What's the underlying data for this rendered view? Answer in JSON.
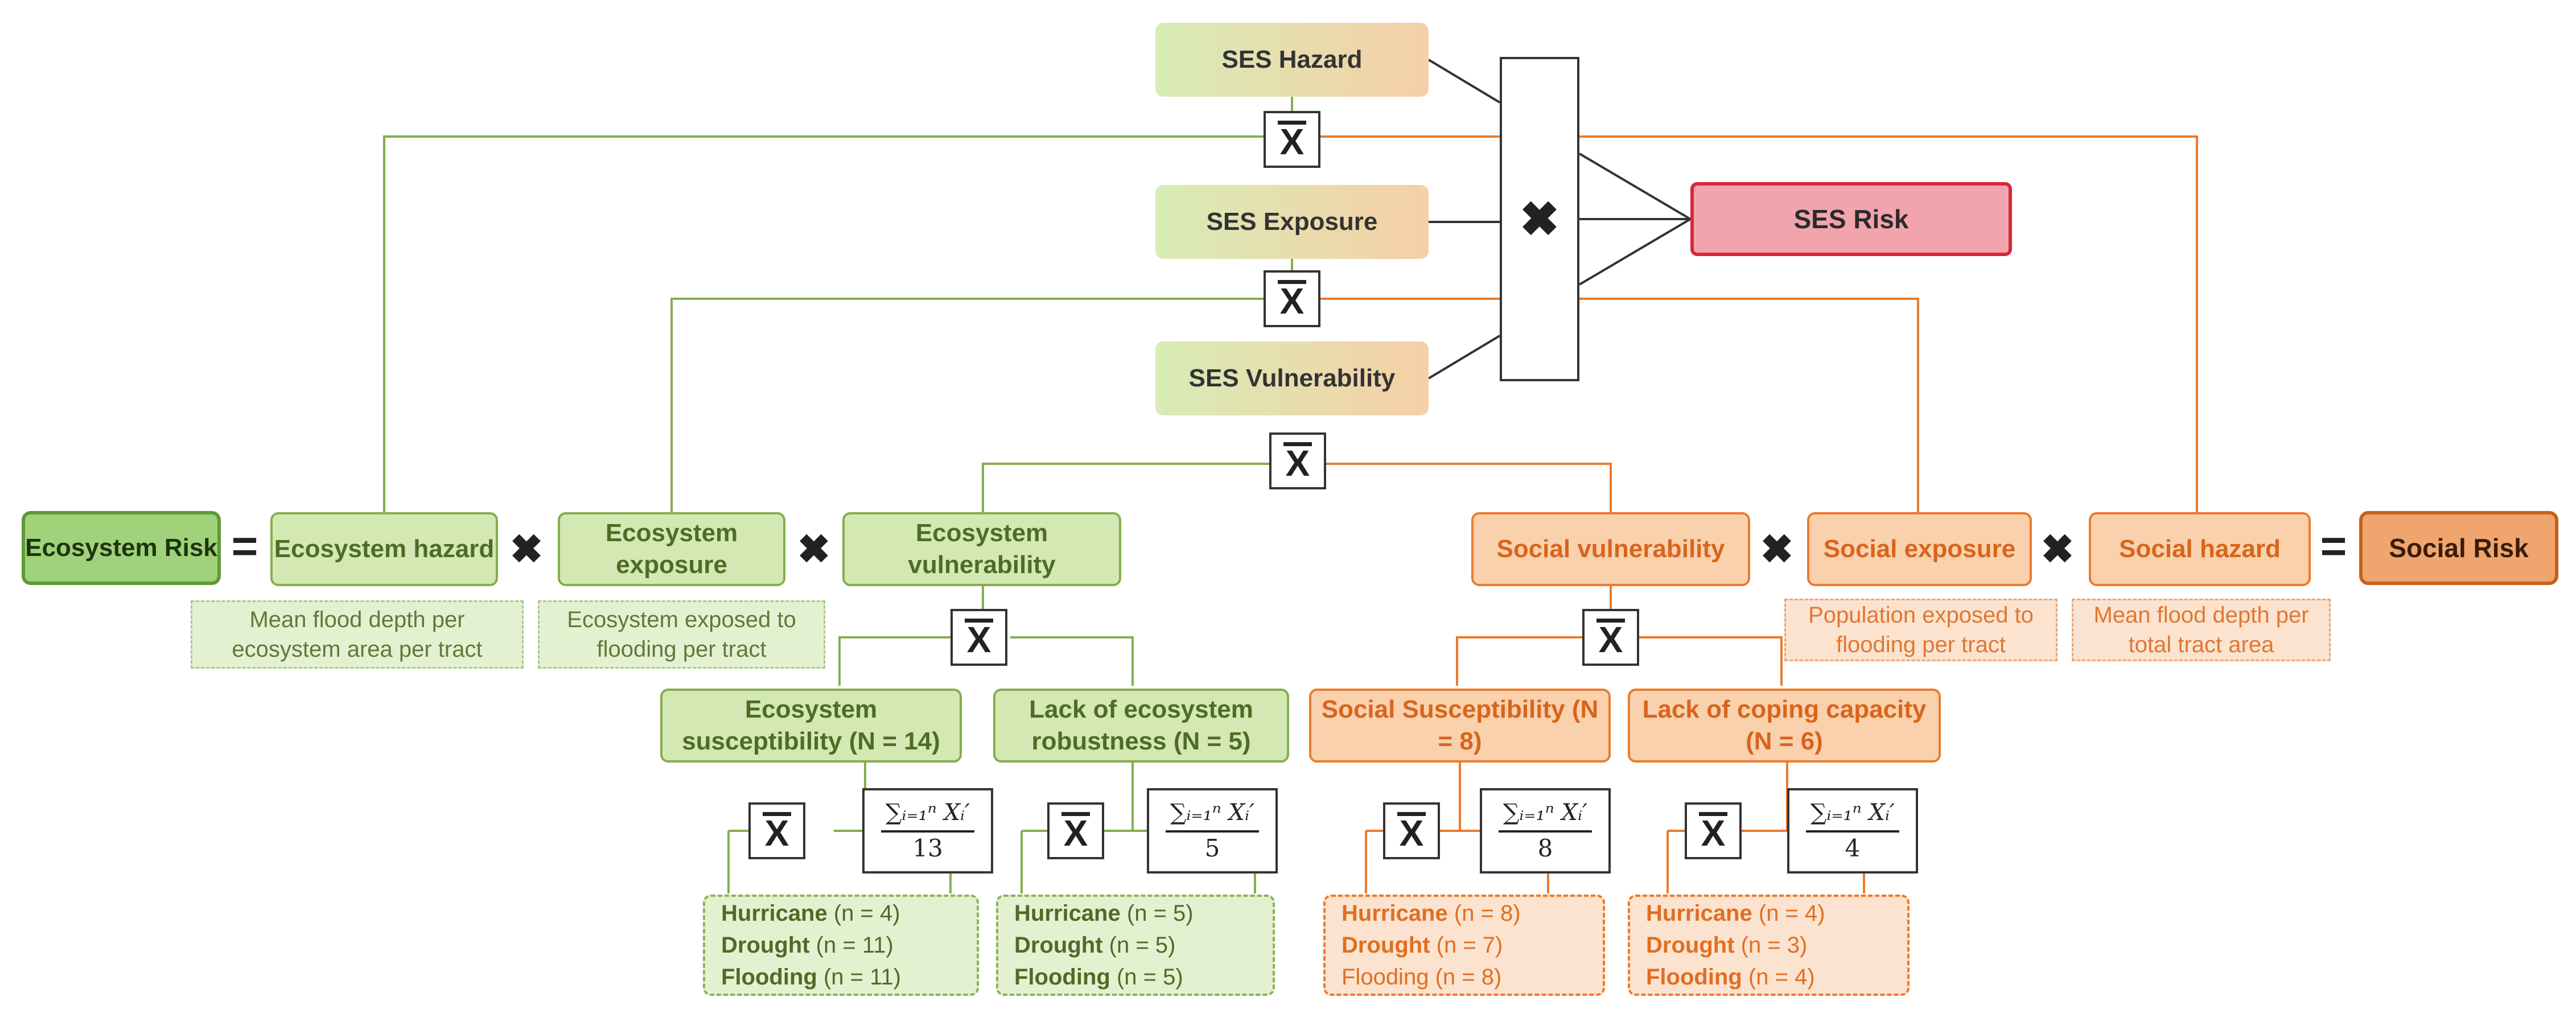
{
  "ses": {
    "hazard": "SES Hazard",
    "exposure": "SES Exposure",
    "vulnerability": "SES Vulnerability",
    "risk": "SES Risk"
  },
  "ecosystem": {
    "risk": "Ecosystem Risk",
    "hazard": "Ecosystem hazard",
    "exposure": "Ecosystem exposure",
    "vulnerability": "Ecosystem vulnerability",
    "hazard_note": "Mean flood depth per ecosystem area per tract",
    "exposure_note": "Ecosystem exposed to flooding per tract",
    "susceptibility": "Ecosystem susceptibility (N = 14)",
    "robustness": "Lack of ecosystem robustness (N = 5)",
    "susceptibility_denominator": "13",
    "robustness_denominator": "5",
    "susceptibility_leaf": [
      {
        "name": "Hurricane",
        "count": "(n = 4)"
      },
      {
        "name": "Drought",
        "count": "(n = 11)"
      },
      {
        "name": "Flooding",
        "count": "(n = 11)"
      }
    ],
    "robustness_leaf": [
      {
        "name": "Hurricane",
        "count": "(n = 5)"
      },
      {
        "name": "Drought",
        "count": "(n = 5)"
      },
      {
        "name": "Flooding",
        "count": "(n = 5)"
      }
    ]
  },
  "social": {
    "risk": "Social Risk",
    "hazard": "Social hazard",
    "exposure": "Social exposure",
    "vulnerability": "Social vulnerability",
    "hazard_note": "Mean flood depth per total tract area",
    "exposure_note": "Population exposed to flooding per tract",
    "susceptibility": "Social Susceptibility (N = 8)",
    "coping": "Lack of coping capacity (N = 6)",
    "susceptibility_denominator": "8",
    "coping_denominator": "4",
    "susceptibility_leaf": [
      {
        "name": "Hurricane",
        "count": "(n = 8)"
      },
      {
        "name": "Drought",
        "count": "(n = 7)"
      },
      {
        "name": "Flooding",
        "count": "(n = 8)"
      }
    ],
    "coping_leaf": [
      {
        "name": "Hurricane",
        "count": "(n = 4)"
      },
      {
        "name": "Drought",
        "count": "(n = 3)"
      },
      {
        "name": "Flooding",
        "count": "(n = 4)"
      }
    ]
  },
  "symbols": {
    "mean": "X",
    "multiply": "✖",
    "equals": "=",
    "sum_numerator": "∑ᵢ₌₁ⁿ Xᵢ′"
  },
  "colors": {
    "ecosystem_line": "#86ad4f",
    "social_line": "#eb7b2b",
    "ses_risk_border": "#d7283a"
  }
}
